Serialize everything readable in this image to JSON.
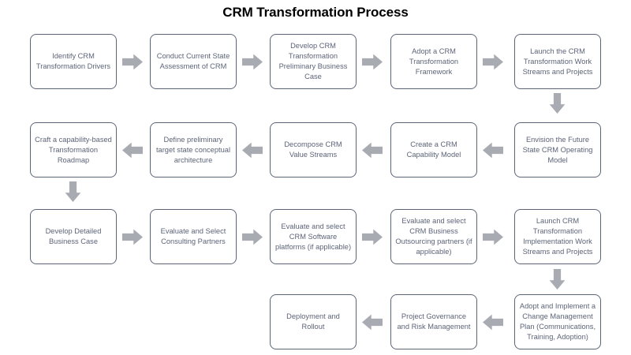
{
  "title": "CRM Transformation Process",
  "colors": {
    "node_border": "#5c6478",
    "node_text": "#5c6478",
    "node_fill": "#ffffff",
    "arrow": "#a9abb2",
    "title_text": "#000000",
    "background": "#ffffff"
  },
  "diagram": {
    "type": "flowchart",
    "flow": "serpentine: row 1 left-to-right, row 2 right-to-left, row 3 left-to-right, row 4 right-to-left",
    "rows": [
      {
        "index": 1,
        "direction": "left-to-right",
        "nodes": [
          {
            "id": "n1",
            "label": "Identify CRM Transformation Drivers"
          },
          {
            "id": "n2",
            "label": "Conduct Current State Assessment of CRM"
          },
          {
            "id": "n3",
            "label": "Develop CRM Transformation Preliminary Business Case"
          },
          {
            "id": "n4",
            "label": "Adopt a CRM Transformation Framework"
          },
          {
            "id": "n5",
            "label": "Launch the CRM Transformation Work Streams and Projects"
          }
        ]
      },
      {
        "index": 2,
        "direction": "right-to-left",
        "nodes": [
          {
            "id": "n10",
            "label": "Craft a capability-based Transformation Roadmap"
          },
          {
            "id": "n9",
            "label": "Define preliminary target state conceptual architecture"
          },
          {
            "id": "n8",
            "label": "Decompose CRM Value Streams"
          },
          {
            "id": "n7",
            "label": "Create a CRM Capability Model"
          },
          {
            "id": "n6",
            "label": "Envision the Future State CRM Operating Model"
          }
        ]
      },
      {
        "index": 3,
        "direction": "left-to-right",
        "nodes": [
          {
            "id": "n11",
            "label": "Develop Detailed Business Case"
          },
          {
            "id": "n12",
            "label": "Evaluate and Select Consulting Partners"
          },
          {
            "id": "n13",
            "label": "Evaluate and select CRM Software platforms (if applicable)"
          },
          {
            "id": "n14",
            "label": "Evaluate and select CRM Business Outsourcing partners (if applicable)"
          },
          {
            "id": "n15",
            "label": "Launch CRM Transformation Implementation Work Streams and Projects"
          }
        ]
      },
      {
        "index": 4,
        "direction": "right-to-left",
        "nodes": [
          {
            "id": "n18",
            "label": "Deployment and Rollout"
          },
          {
            "id": "n17",
            "label": "Project Governance and Risk Management"
          },
          {
            "id": "n16",
            "label": "Adopt and Implement a Change Management Plan (Communications, Training, Adoption)"
          }
        ]
      }
    ],
    "connectors": [
      {
        "id": "c1",
        "kind": "arrow-right"
      },
      {
        "id": "c2",
        "kind": "arrow-right"
      },
      {
        "id": "c3",
        "kind": "arrow-right"
      },
      {
        "id": "c4",
        "kind": "arrow-right"
      },
      {
        "id": "c5",
        "kind": "arrow-down"
      },
      {
        "id": "c6",
        "kind": "arrow-left"
      },
      {
        "id": "c7",
        "kind": "arrow-left"
      },
      {
        "id": "c8",
        "kind": "arrow-left"
      },
      {
        "id": "c9",
        "kind": "arrow-left"
      },
      {
        "id": "c10",
        "kind": "arrow-down"
      },
      {
        "id": "c11",
        "kind": "arrow-right"
      },
      {
        "id": "c12",
        "kind": "arrow-right"
      },
      {
        "id": "c13",
        "kind": "arrow-right"
      },
      {
        "id": "c14",
        "kind": "arrow-right"
      },
      {
        "id": "c15",
        "kind": "arrow-down"
      },
      {
        "id": "c16",
        "kind": "arrow-left"
      },
      {
        "id": "c17",
        "kind": "arrow-left"
      }
    ]
  }
}
